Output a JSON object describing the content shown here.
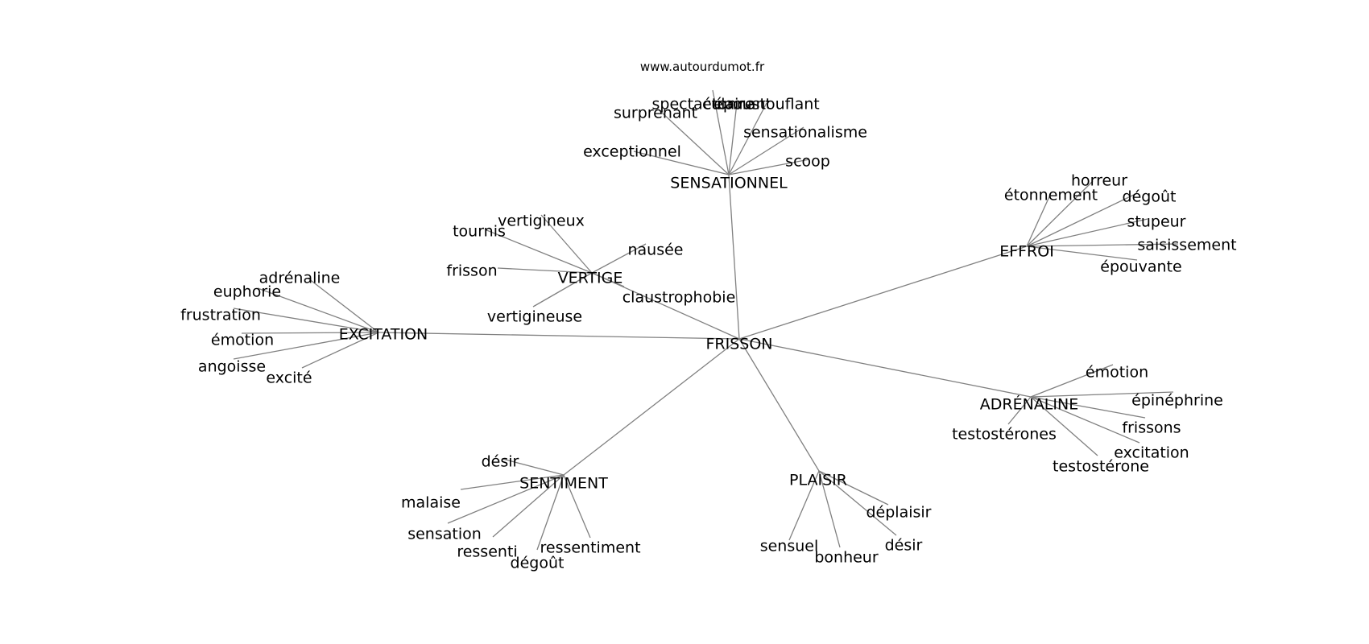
{
  "source": "www.autourdumot.fr",
  "center": "FRISSON",
  "hubs": [
    {
      "label": "SENSATIONNEL",
      "leaves": [
        "spectaculaire",
        "époustouflant",
        "étonnant",
        "surprenant",
        "sensationalisme",
        "exceptionnel",
        "scoop"
      ]
    },
    {
      "label": "VERTIGE",
      "leaves": [
        "vertigineux",
        "tournis",
        "nausée",
        "frisson",
        "claustrophobie",
        "vertigineuse"
      ]
    },
    {
      "label": "EXCITATION",
      "leaves": [
        "adrénaline",
        "euphorie",
        "frustration",
        "émotion",
        "angoisse",
        "excité"
      ]
    },
    {
      "label": "EFFROI",
      "leaves": [
        "horreur",
        "étonnement",
        "dégoût",
        "stupeur",
        "saisissement",
        "épouvante"
      ]
    },
    {
      "label": "ADRÉNALINE",
      "leaves": [
        "émotion",
        "épinéphrine",
        "frissons",
        "testostérones",
        "excitation",
        "testostérone"
      ]
    },
    {
      "label": "SENTIMENT",
      "leaves": [
        "désir",
        "malaise",
        "sensation",
        "ressenti",
        "ressentiment",
        "dégoût"
      ]
    },
    {
      "label": "PLAISIR",
      "leaves": [
        "déplaisir",
        "désir",
        "sensuel",
        "bonheur"
      ]
    }
  ]
}
